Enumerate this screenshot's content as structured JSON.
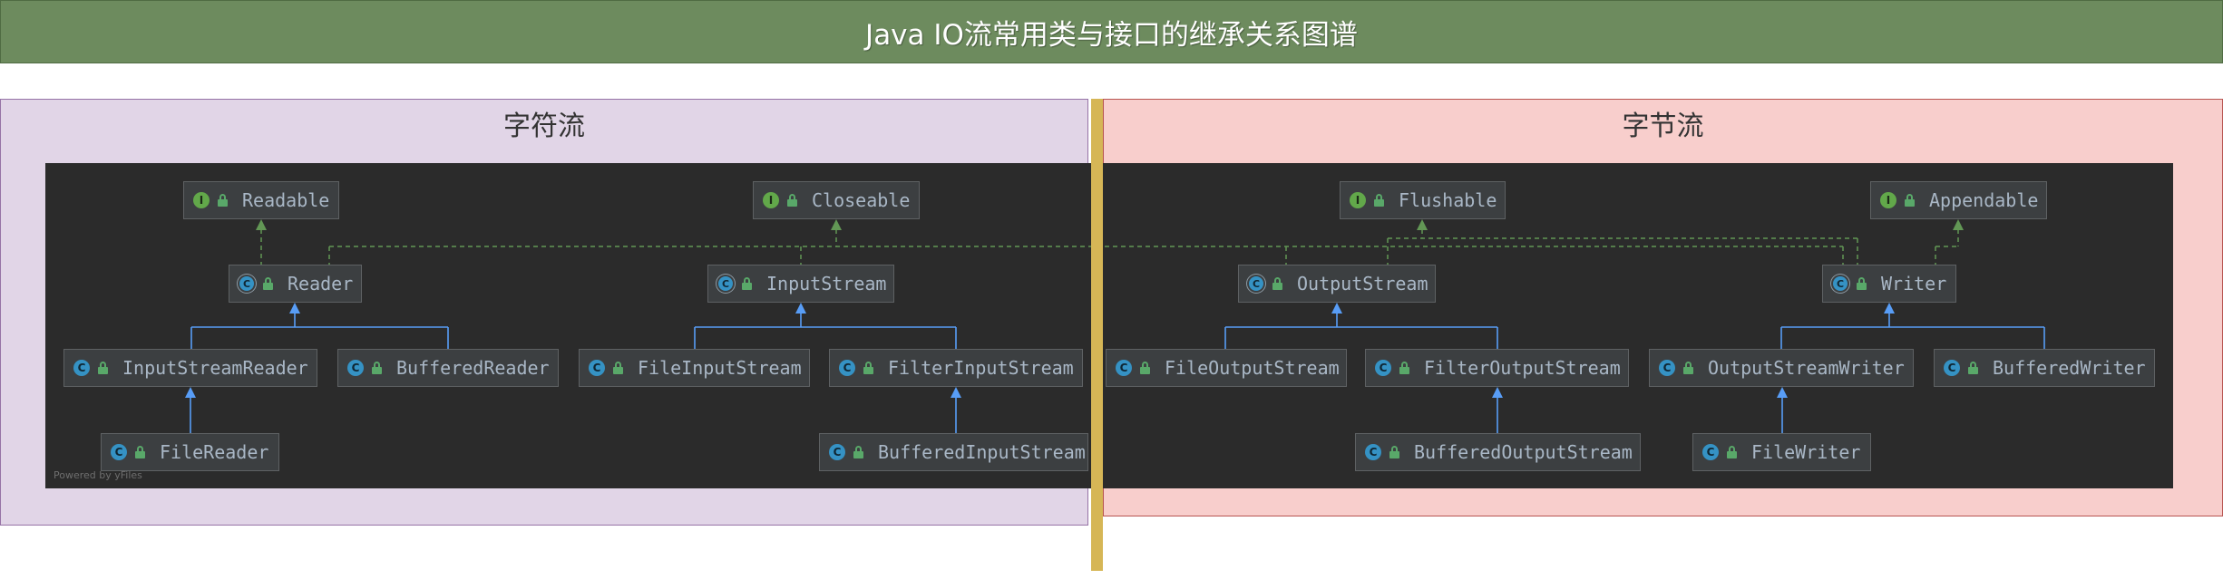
{
  "title": "Java IO流常用类与接口的继承关系图谱",
  "panels": {
    "char_stream": {
      "title": "字符流"
    },
    "byte_stream": {
      "title": "字节流"
    }
  },
  "diagram": {
    "watermark": "Powered by yFiles",
    "nodes": [
      {
        "label": "Readable",
        "icon": "interface-icon",
        "icon_letter": "I",
        "access_icon": "lock-icon"
      },
      {
        "label": "Closeable",
        "icon": "interface-icon",
        "icon_letter": "I",
        "access_icon": "lock-icon"
      },
      {
        "label": "Flushable",
        "icon": "interface-icon",
        "icon_letter": "I",
        "access_icon": "lock-icon"
      },
      {
        "label": "Appendable",
        "icon": "interface-icon",
        "icon_letter": "I",
        "access_icon": "lock-icon"
      },
      {
        "label": "Reader",
        "icon": "abstract-class-icon",
        "icon_letter": "C",
        "access_icon": "lock-icon"
      },
      {
        "label": "InputStream",
        "icon": "abstract-class-icon",
        "icon_letter": "C",
        "access_icon": "lock-icon"
      },
      {
        "label": "OutputStream",
        "icon": "abstract-class-icon",
        "icon_letter": "C",
        "access_icon": "lock-icon"
      },
      {
        "label": "Writer",
        "icon": "abstract-class-icon",
        "icon_letter": "C",
        "access_icon": "lock-icon"
      },
      {
        "label": "InputStreamReader",
        "icon": "class-icon",
        "icon_letter": "C",
        "access_icon": "lock-icon"
      },
      {
        "label": "BufferedReader",
        "icon": "class-icon",
        "icon_letter": "C",
        "access_icon": "lock-icon"
      },
      {
        "label": "FileInputStream",
        "icon": "class-icon",
        "icon_letter": "C",
        "access_icon": "lock-icon"
      },
      {
        "label": "FilterInputStream",
        "icon": "class-icon",
        "icon_letter": "C",
        "access_icon": "lock-icon"
      },
      {
        "label": "FileOutputStream",
        "icon": "class-icon",
        "icon_letter": "C",
        "access_icon": "lock-icon"
      },
      {
        "label": "FilterOutputStream",
        "icon": "class-icon",
        "icon_letter": "C",
        "access_icon": "lock-icon"
      },
      {
        "label": "OutputStreamWriter",
        "icon": "class-icon",
        "icon_letter": "C",
        "access_icon": "lock-icon"
      },
      {
        "label": "BufferedWriter",
        "icon": "class-icon",
        "icon_letter": "C",
        "access_icon": "lock-icon"
      },
      {
        "label": "FileReader",
        "icon": "class-icon",
        "icon_letter": "C",
        "access_icon": "lock-icon"
      },
      {
        "label": "BufferedInputStream",
        "icon": "class-icon",
        "icon_letter": "C",
        "access_icon": "lock-icon"
      },
      {
        "label": "BufferedOutputStream",
        "icon": "class-icon",
        "icon_letter": "C",
        "access_icon": "lock-icon"
      },
      {
        "label": "FileWriter",
        "icon": "class-icon",
        "icon_letter": "C",
        "access_icon": "lock-icon"
      }
    ]
  },
  "colors": {
    "title_bar": "#6d8b5e",
    "char_panel_fill": "#e1d5e7",
    "char_panel_border": "#9673a6",
    "byte_panel_fill": "#f8cecc",
    "byte_panel_border": "#b85450",
    "divider": "#d6b656",
    "canvas": "#2b2b2b",
    "node_fill": "#3c3f41",
    "node_text": "#a9b7c6",
    "inheritance_edge": "#589df6",
    "implements_edge": "#629755",
    "interface_icon": "#62a84a",
    "class_icon": "#3592c4",
    "access_icon": "#59a869"
  }
}
